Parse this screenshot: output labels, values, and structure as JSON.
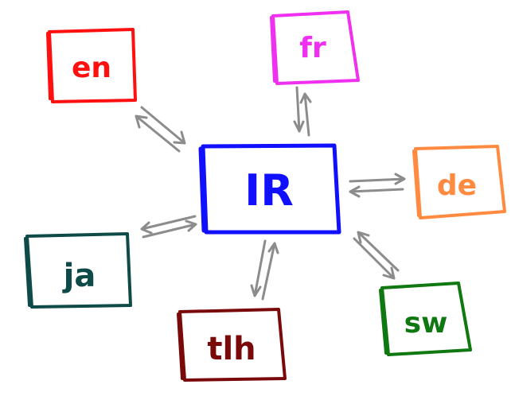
{
  "diagram": {
    "hub": {
      "label": "IR",
      "color": "#1010ff"
    },
    "nodes": [
      {
        "id": "en",
        "label": "en",
        "color": "#ff1010"
      },
      {
        "id": "fr",
        "label": "fr",
        "color": "#f030f0"
      },
      {
        "id": "de",
        "label": "de",
        "color": "#ff8a40"
      },
      {
        "id": "sw",
        "label": "sw",
        "color": "#107810"
      },
      {
        "id": "tlh",
        "label": "tlh",
        "color": "#7a0a0a"
      },
      {
        "id": "ja",
        "label": "ja",
        "color": "#0e4a48"
      }
    ],
    "connector_color": "#8c8c8c"
  }
}
